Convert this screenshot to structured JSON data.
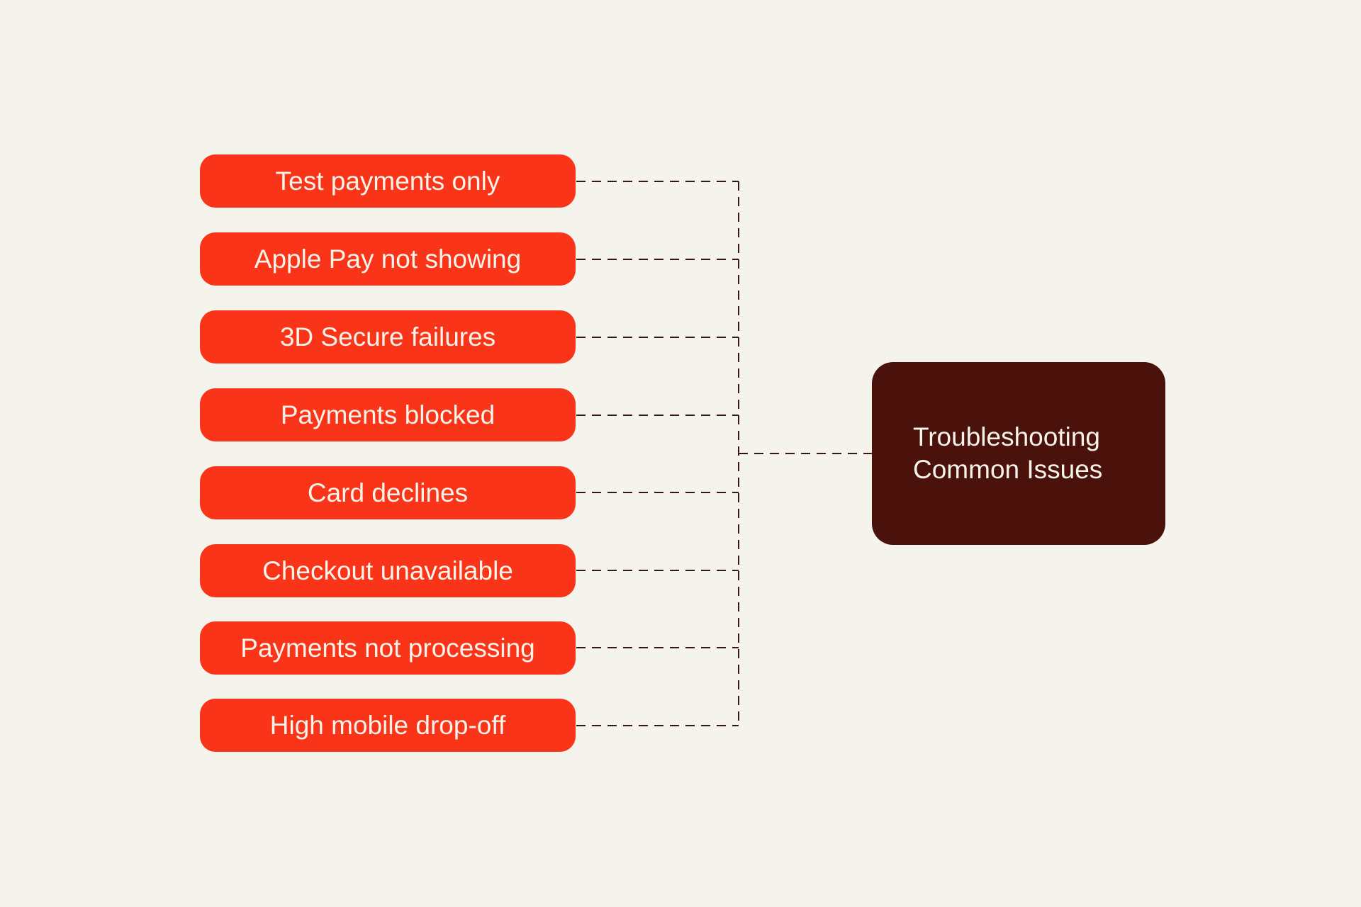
{
  "diagram": {
    "type": "mindmap",
    "root": {
      "label": "Troubleshooting Common Issues"
    },
    "issues": [
      {
        "label": "Test payments only"
      },
      {
        "label": "Apple Pay not showing"
      },
      {
        "label": "3D Secure failures"
      },
      {
        "label": "Payments blocked"
      },
      {
        "label": "Card declines"
      },
      {
        "label": "Checkout unavailable"
      },
      {
        "label": "Payments not processing"
      },
      {
        "label": "High mobile drop-off"
      }
    ],
    "colors": {
      "background": "#F4F4EC",
      "issue_node": "#FA3418",
      "root_node": "#4A120B",
      "node_text": "#F6F3EA",
      "connector": "#3A160E"
    },
    "connector_style": "dashed"
  }
}
